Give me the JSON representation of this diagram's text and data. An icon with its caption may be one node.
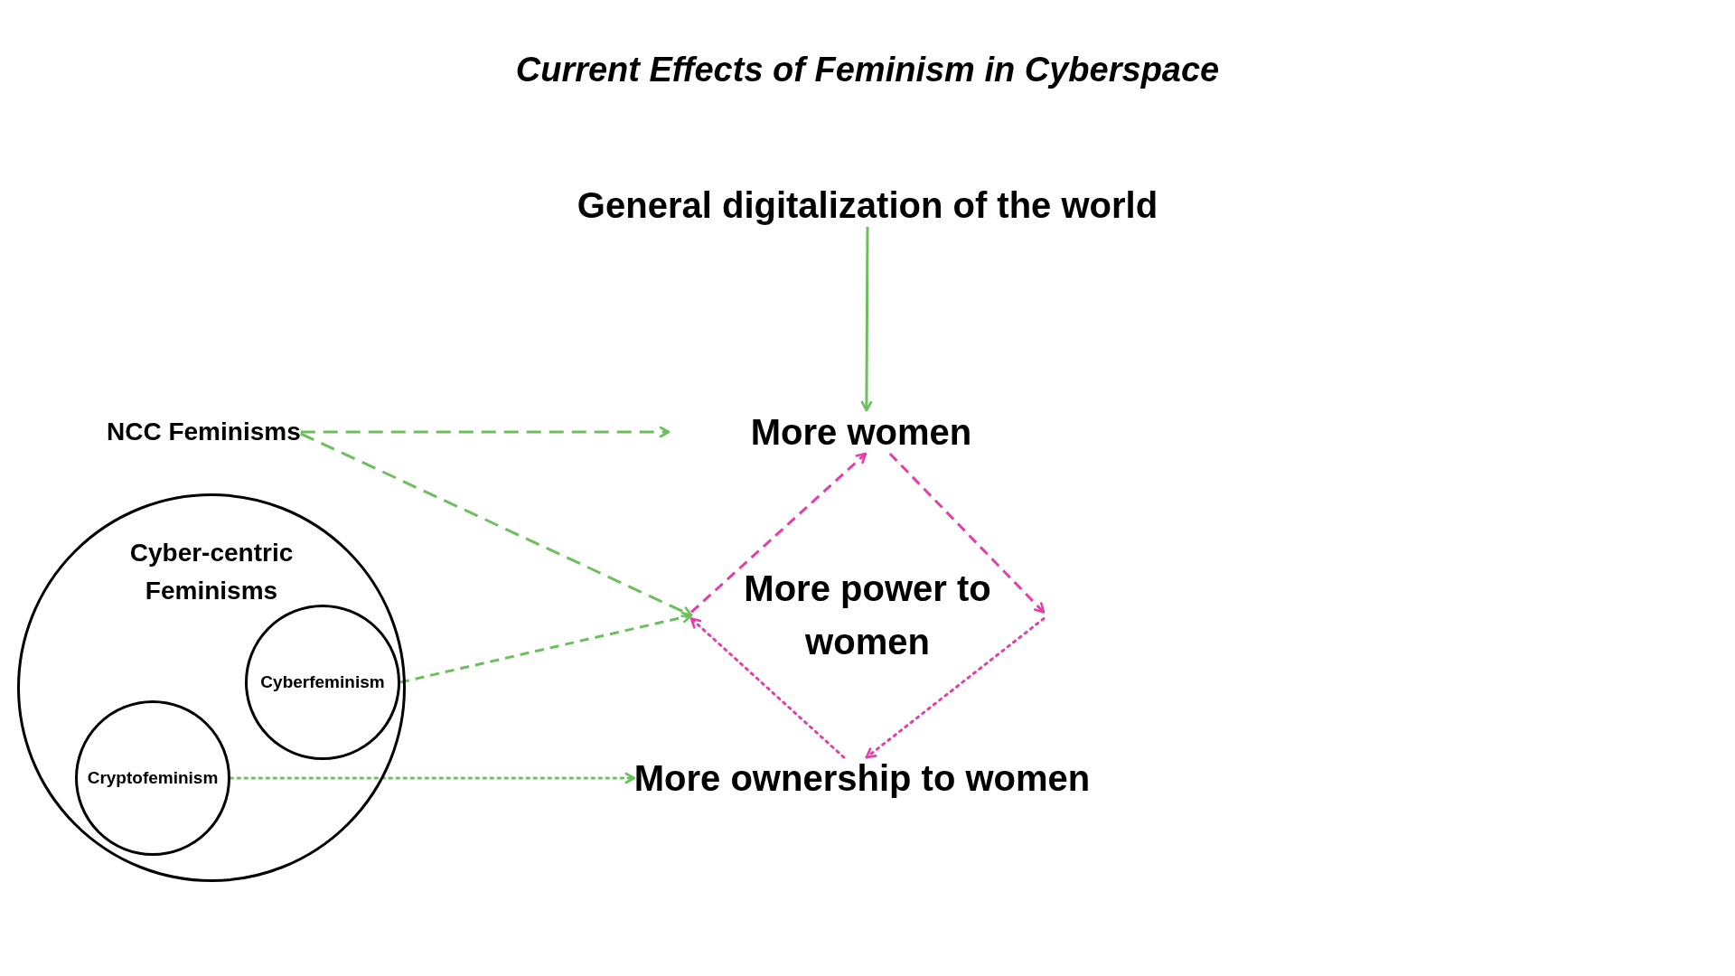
{
  "diagram": {
    "title": "Current Effects of Feminism in Cyberspace",
    "nodes": [
      {
        "text": [
          "General digitalization of the world"
        ]
      },
      {
        "text": [
          "NCC Feminisms"
        ]
      },
      {
        "text": [
          "More women"
        ]
      },
      {
        "text": [
          "Cyber-centric Feminisms"
        ]
      },
      {
        "text": [
          "Cyberfeminism"
        ],
        "in": 3
      },
      {
        "text": [
          "More power to women"
        ]
      },
      {
        "text": [
          "Cryptofeminism"
        ],
        "in": 3
      },
      {
        "text": [
          "More ownership to women"
        ]
      }
    ],
    "edges": [
      {
        "from": 0,
        "to": 2,
        "arrow": "to"
      },
      {
        "from": 1,
        "to": null,
        "arrow": "to",
        "style": "dashed"
      },
      {
        "from": 1,
        "to": 5,
        "arrow": "to",
        "style": "dashed"
      },
      {
        "from": 4,
        "to": 5,
        "arrow": "to",
        "style": "dashed"
      },
      {
        "from": 6,
        "to": 7,
        "arrow": "to",
        "style": "dashed"
      },
      {
        "from": 2,
        "to": 5,
        "arrow": "to",
        "style": "dashed",
        "color": "#e23fa8"
      },
      {
        "from": 5,
        "to": 7,
        "arrow": "to",
        "style": "dashed",
        "color": "#e23fa8"
      },
      {
        "from": 7,
        "to": 5,
        "arrow": "to",
        "style": "dashed",
        "color": "#e23fa8"
      },
      {
        "from": 5,
        "to": 2,
        "arrow": "to",
        "style": "dashed",
        "color": "#e23fa8"
      }
    ]
  }
}
